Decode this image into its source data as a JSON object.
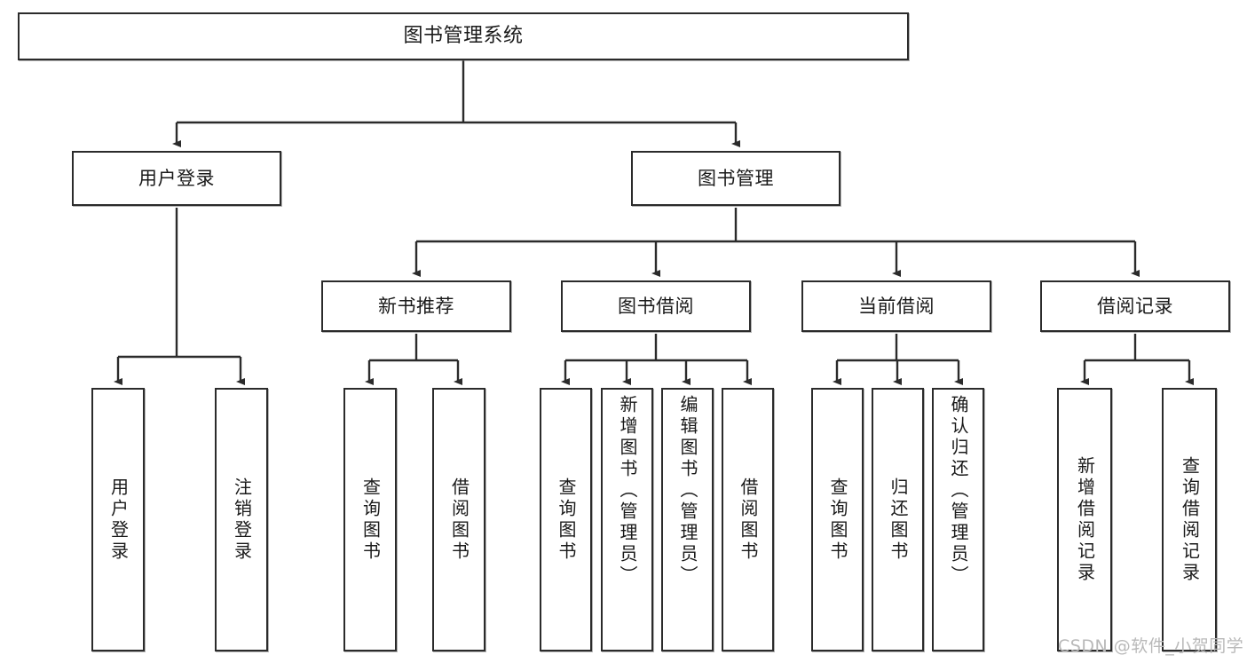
{
  "diagram": {
    "title": "图书管理系统",
    "type": "tree",
    "watermark": "CSDN @软件_小贺同学",
    "colors": {
      "stroke": "#2b2b2b",
      "fill": "#ffffff",
      "text": "#1a1a1a",
      "watermark": "#b9b9b9"
    },
    "nodes": {
      "root": {
        "label": "图书管理系统"
      },
      "level2": [
        {
          "id": "user-login",
          "label": "用户登录"
        },
        {
          "id": "book-manage",
          "label": "图书管理"
        }
      ],
      "level3": [
        {
          "id": "new-book-rec",
          "label": "新书推荐"
        },
        {
          "id": "book-borrow",
          "label": "图书借阅"
        },
        {
          "id": "current-borrow",
          "label": "当前借阅"
        },
        {
          "id": "borrow-record",
          "label": "借阅记录"
        }
      ],
      "leaves": {
        "user-login": [
          {
            "id": "leaf-user-login",
            "label": "用户登录"
          },
          {
            "id": "leaf-logout",
            "label": "注销登录"
          }
        ],
        "new-book-rec": [
          {
            "id": "leaf-query-book-1",
            "label": "查询图书"
          },
          {
            "id": "leaf-borrow-book-1",
            "label": "借阅图书"
          }
        ],
        "book-borrow": [
          {
            "id": "leaf-query-book-2",
            "label": "查询图书"
          },
          {
            "id": "leaf-add-book",
            "label": "新增图书（管理员）"
          },
          {
            "id": "leaf-edit-book",
            "label": "编辑图书（管理员）"
          },
          {
            "id": "leaf-borrow-book-2",
            "label": "借阅图书"
          }
        ],
        "current-borrow": [
          {
            "id": "leaf-query-book-3",
            "label": "查询图书"
          },
          {
            "id": "leaf-return-book",
            "label": "归还图书"
          },
          {
            "id": "leaf-confirm-return",
            "label": "确认归还（管理员）"
          }
        ],
        "borrow-record": [
          {
            "id": "leaf-add-record",
            "label": "新增借阅记录"
          },
          {
            "id": "leaf-query-record",
            "label": "查询借阅记录"
          }
        ]
      }
    }
  }
}
